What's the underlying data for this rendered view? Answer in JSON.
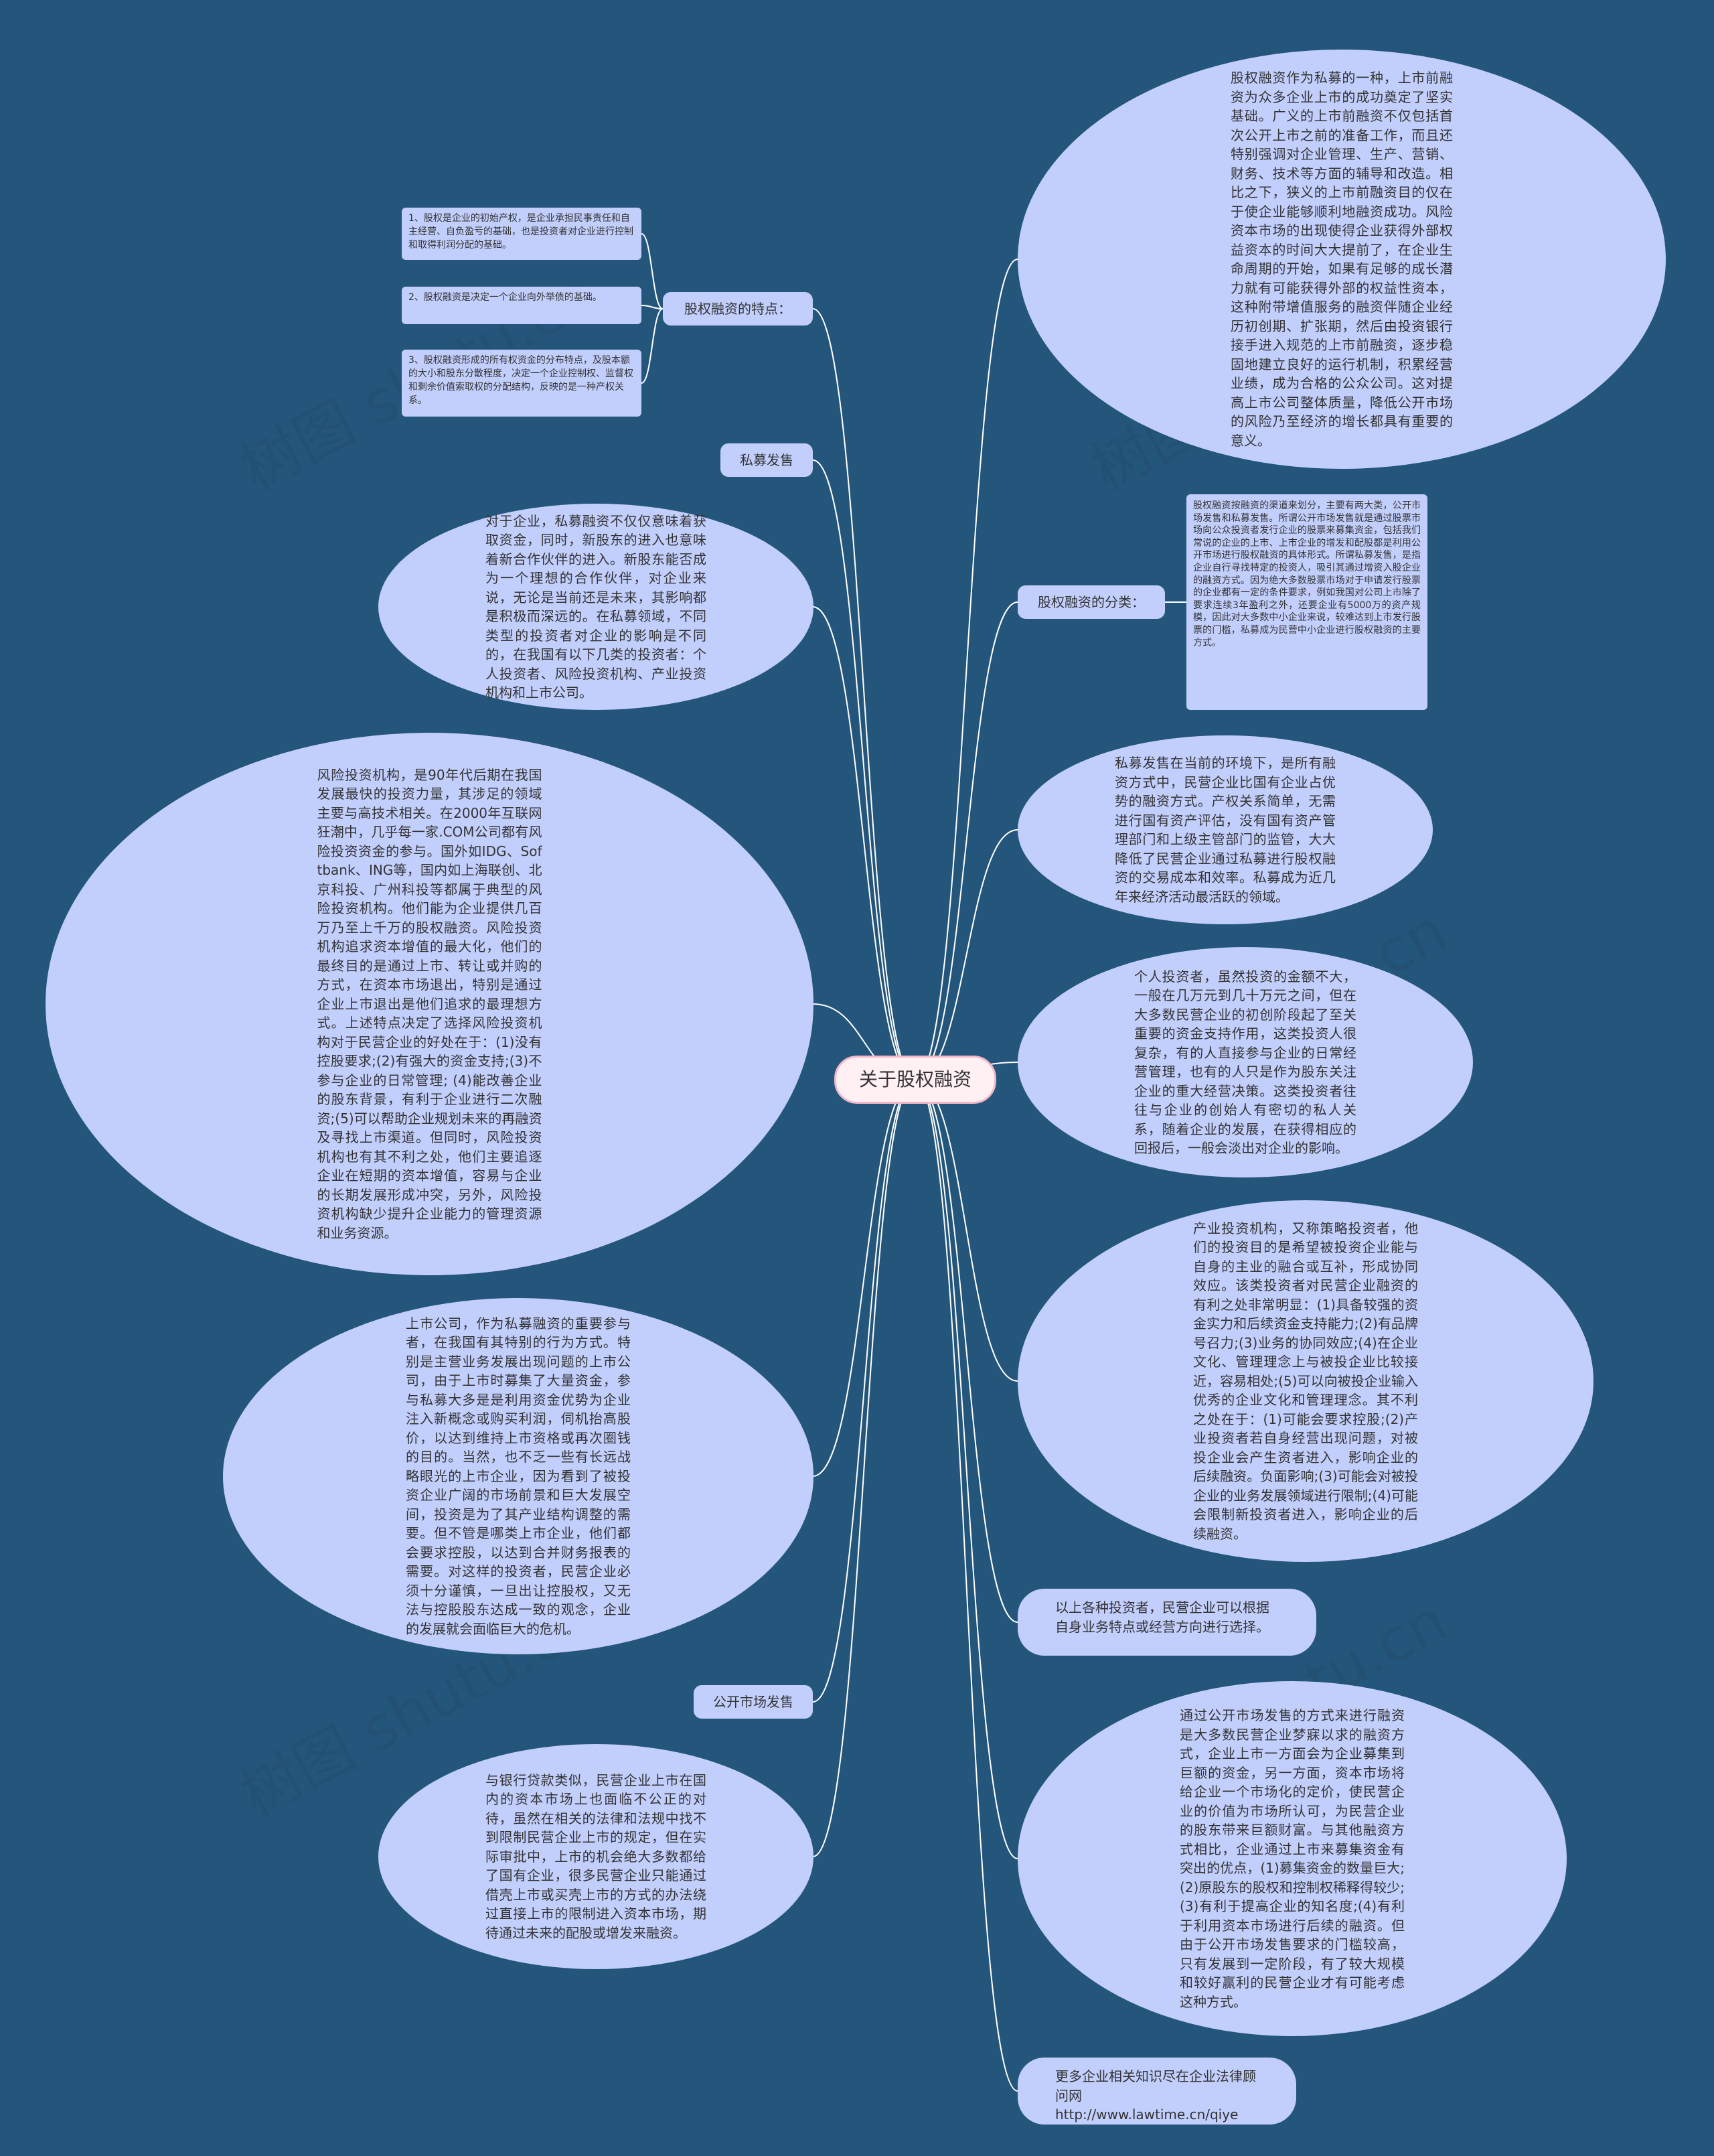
{
  "watermark": "树图 shutu.cn",
  "colors": {
    "background": "#24557a",
    "node": "#c2cffc",
    "center": "#fff0f4",
    "center_border": "#f2b8c9",
    "line": "#ffffff"
  },
  "center": "关于股权融资",
  "left": {
    "features": {
      "label": "股权融资的特点：",
      "items": [
        "1、股权是企业的初始产权，是企业承担民事责任和自主经营、自负盈亏的基础，也是投资者对企业进行控制和取得利润分配的基础。",
        "2、股权融资是决定一个企业向外举债的基础。",
        "3、股权融资形成的所有权资金的分布特点，及股本额的大小和股东分散程度，决定一个企业控制权、监督权和剩余价值索取权的分配结构，反映的是一种产权关系。"
      ]
    },
    "private_placement": "私募发售",
    "enterprise_investors": "对于企业，私募融资不仅仅意味着获取资金，同时，新股东的进入也意味着新合作伙伴的进入。新股东能否成为一个理想的合作伙伴，对企业来说，无论是当前还是未来，其影响都是积极而深远的。在私募领域，不同类型的投资者对企业的影响是不同的，在我国有以下几类的投资者：个人投资者、风险投资机构、产业投资机构和上市公司。",
    "venture": "风险投资机构，是90年代后期在我国发展最快的投资力量，其涉足的领域主要与高技术相关。在2000年互联网狂潮中，几乎每一家.COM公司都有风险投资资金的参与。国外如IDG、Softbank、ING等，国内如上海联创、北京科投、广州科投等都属于典型的风险投资机构。他们能为企业提供几百万乃至上千万的股权融资。风险投资机构追求资本增值的最大化，他们的最终目的是通过上市、转让或并购的方式，在资本市场退出，特别是通过企业上市退出是他们追求的最理想方式。上述特点决定了选择风险投资机构对于民营企业的好处在于：(1)没有控股要求;(2)有强大的资金支持;(3)不参与企业的日常管理; (4)能改善企业的股东背景，有利于企业进行二次融资;(5)可以帮助企业规划未来的再融资及寻找上市渠道。但同时，风险投资机构也有其不利之处，他们主要追逐企业在短期的资本增值，容易与企业的长期发展形成冲突，另外，风险投资机构缺少提升企业能力的管理资源和业务资源。",
    "listed_company": "上市公司，作为私募融资的重要参与者，在我国有其特别的行为方式。特别是主营业务发展出现问题的上市公司，由于上市时募集了大量资金，参与私募大多是是利用资金优势为企业注入新概念或购买利润，伺机抬高股价，以达到维持上市资格或再次圈钱的目的。当然，也不乏一些有长远战略眼光的上市企业，因为看到了被投资企业广阔的市场前景和巨大发展空间，投资是为了其产业结构调整的需要。但不管是哪类上市企业，他们都会要求控股，以达到合并财务报表的需要。对这样的投资者，民营企业必须十分谨慎，一旦出让控股权，又无法与控股股东达成一致的观念，企业的发展就会面临巨大的危机。",
    "public_offering": "公开市场发售",
    "bank_loans": "与银行贷款类似，民营企业上市在国内的资本市场上也面临不公正的对待，虽然在相关的法律和法规中找不到限制民营企业上市的规定，但在实际审批中，上市的机会绝大多数都给了国有企业，很多民营企业只能通过借壳上市或买壳上市的方式的办法绕过直接上市的限制进入资本市场，期待通过未来的配股或增发来融资。"
  },
  "right": {
    "intro": "股权融资作为私募的一种，上市前融资为众多企业上市的成功奠定了坚实基础。广义的上市前融资不仅包括首次公开上市之前的准备工作，而且还特别强调对企业管理、生产、营销、财务、技术等方面的辅导和改造。相比之下，狭义的上市前融资目的仅在于使企业能够顺利地融资成功。风险资本市场的出现使得企业获得外部权益资本的时间大大提前了，在企业生命周期的开始，如果有足够的成长潜力就有可能获得外部的权益性资本，这种附带增值服务的融资伴随企业经历初创期、扩张期，然后由投资银行接手进入规范的上市前融资，逐步稳固地建立良好的运行机制，积累经营业绩，成为合格的公众公司。这对提高上市公司整体质量，降低公开市场的风险乃至经济的增长都具有重要的意义。",
    "classification": {
      "label": "股权融资的分类：",
      "text": "股权融资按融资的渠道来划分，主要有两大类，公开市场发售和私募发售。所谓公开市场发售就是通过股票市场向公众投资者发行企业的股票来募集资金，包括我们常说的企业的上市、上市企业的增发和配股都是利用公开市场进行股权融资的具体形式。所谓私募发售，是指企业自行寻找特定的投资人，吸引其通过增资入股企业的融资方式。因为绝大多数股票市场对于申请发行股票的企业都有一定的条件要求，例如我国对公司上市除了要求连续3年盈利之外，还要企业有5000万的资产规模，因此对大多数中小企业来说，较难达到上市发行股票的门槛，私募成为民营中小企业进行股权融资的主要方式。"
    },
    "private_main": "私募发售在当前的环境下，是所有融资方式中，民营企业比国有企业占优势的融资方式。产权关系简单，无需进行国有资产评估，没有国有资产管理部门和上级主管部门的监管，大大降低了民营企业通过私募进行股权融资的交易成本和效率。私募成为近几年来经济活动最活跃的领域。",
    "individual": "个人投资者，虽然投资的金额不大，一般在几万元到几十万元之间，但在大多数民营企业的初创阶段起了至关重要的资金支持作用，这类投资人很复杂，有的人直接参与企业的日常经营管理，也有的人只是作为股东关注企业的重大经营决策。这类投资者往往与企业的创始人有密切的私人关系，随着企业的发展，在获得相应的回报后，一般会淡出对企业的影响。",
    "industry": "产业投资机构，又称策略投资者，他们的投资目的是希望被投资企业能与自身的主业的融合或互补，形成协同效应。该类投资者对民营企业融资的有利之处非常明显：(1)具备较强的资金实力和后续资金支持能力;(2)有品牌号召力;(3)业务的协同效应;(4)在企业文化、管理理念上与被投企业比较接近，容易相处;(5)可以向被投企业输入优秀的企业文化和管理理念。其不利之处在于：(1)可能会要求控股;(2)产业投资者若自身经营出现问题，对被投企业会产生资者进入，影响企业的后续融资。负面影响;(3)可能会对被投企业的业务发展领域进行限制;(4)可能会限制新投资者进入，影响企业的后续融资。",
    "choose": "以上各种投资者，民营企业可以根据自身业务特点或经营方向进行选择。",
    "public": "通过公开市场发售的方式来进行融资是大多数民营企业梦寐以求的融资方式，企业上市一方面会为企业募集到巨额的资金，另一方面，资本市场将给企业一个市场化的定价，使民营企业的价值为市场所认可，为民营企业的股东带来巨额财富。与其他融资方式相比，企业通过上市来募集资金有突出的优点，(1)募集资金的数量巨大;(2)原股东的股权和控制权稀释得较少;(3)有利于提高企业的知名度;(4)有利于利用资本市场进行后续的融资。但由于公开市场发售要求的门槛较高，只有发展到一定阶段，有了较大规模和较好赢利的民营企业才有可能考虑这种方式。",
    "more": "更多企业相关知识尽在企业法律顾问网http://www.lawtime.cn/qiye"
  }
}
